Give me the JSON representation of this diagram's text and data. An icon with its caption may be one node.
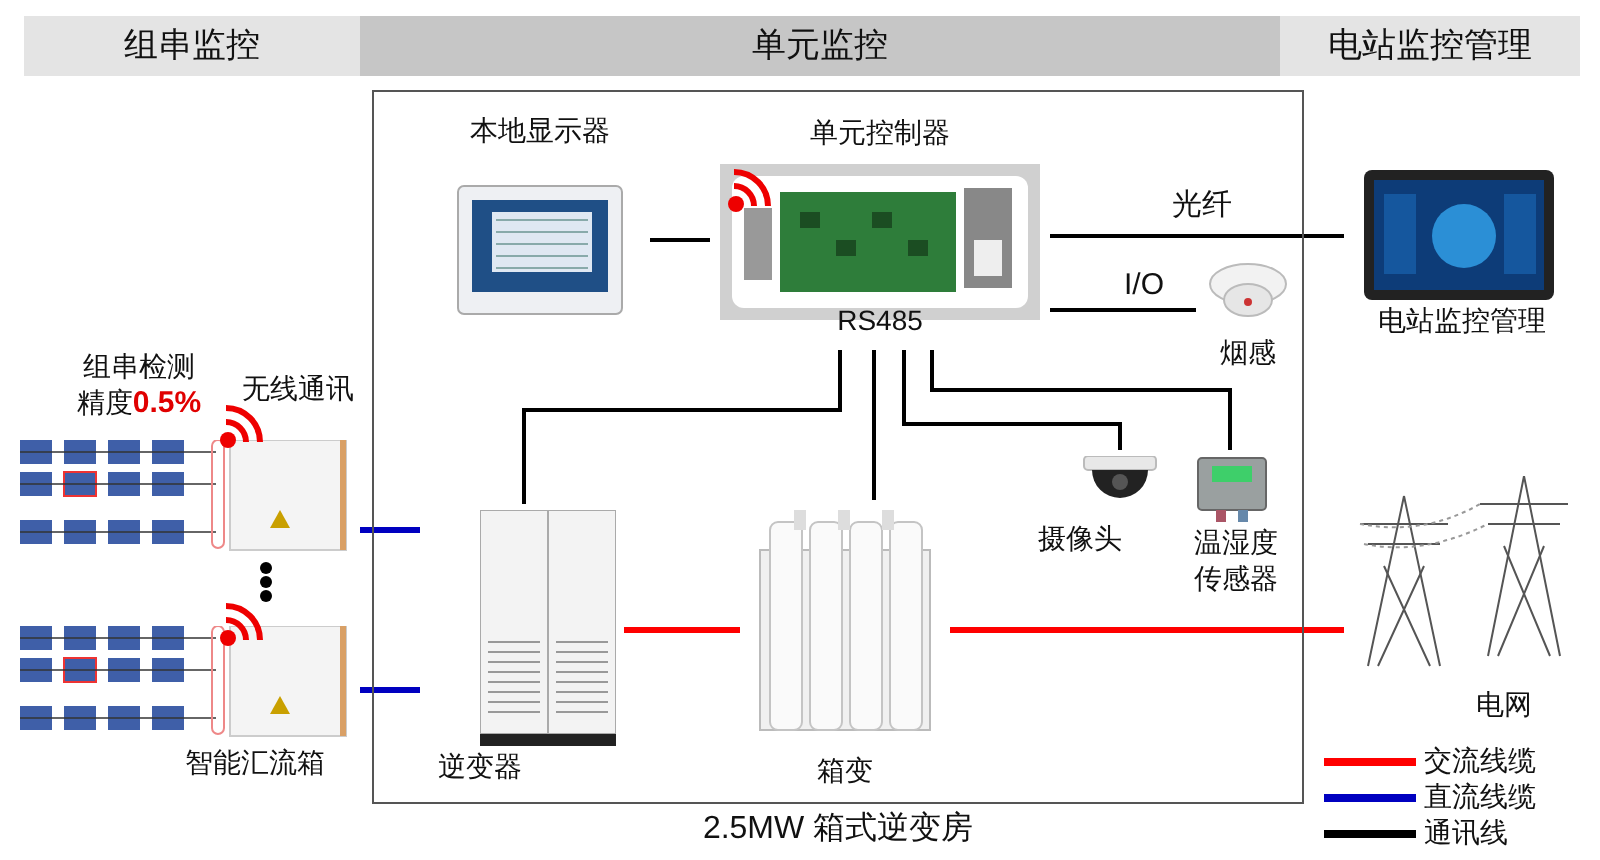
{
  "diagram": {
    "nodes": [
      {
        "text": [
          "组串监控"
        ]
      },
      {
        "text": [
          "单元监控"
        ]
      },
      {
        "text": [
          "电站监控管理"
        ]
      },
      {
        "text": [
          "2.5MW 箱式逆变房"
        ]
      },
      {
        "text": [
          "本地显示器"
        ],
        "in": 3
      },
      {
        "text": [
          "单元控制器"
        ],
        "beside": [
          "RS485"
        ],
        "in": 3
      },
      {
        "text": [
          "电站监控管理"
        ]
      },
      {
        "text": [
          "烟感"
        ],
        "in": 3
      },
      {
        "text": [
          "组串检测精度**0.5%**",
          "无线通讯"
        ]
      },
      {
        "text": [
          "智能汇流箱"
        ]
      },
      {
        "text": [
          "逆变器"
        ],
        "in": 3
      },
      {
        "text": [
          "箱变"
        ],
        "in": 3
      },
      {
        "text": [
          "摄像头"
        ],
        "in": 3
      },
      {
        "text": [
          "温湿度传感器"
        ],
        "in": 3
      },
      {
        "text": [
          "电网"
        ]
      }
    ],
    "edges": [
      {
        "from": 4,
        "to": 5,
        "arrow": "none"
      },
      {
        "from": 5,
        "to": 6,
        "arrow": "none",
        "label": "光纤"
      },
      {
        "from": 5,
        "to": 7,
        "arrow": "none",
        "label": "I/O"
      },
      {
        "from": 5,
        "to": 10,
        "arrow": "none"
      },
      {
        "from": 5,
        "to": 11,
        "arrow": "none"
      },
      {
        "from": 5,
        "to": 12,
        "arrow": "none"
      },
      {
        "from": 5,
        "to": 13,
        "arrow": "none"
      },
      {
        "from": 8,
        "to": 10,
        "arrow": "none",
        "color": "#0000c0"
      },
      {
        "from": 9,
        "to": 10,
        "arrow": "none",
        "color": "#0000c0"
      },
      {
        "from": 10,
        "to": 11,
        "arrow": "none",
        "color": "#ff0000"
      },
      {
        "from": 11,
        "to": 14,
        "arrow": "none",
        "color": "#ff0000"
      }
    ],
    "legend": [
      {
        "text": "交流线缆",
        "color": "#ff0000"
      },
      {
        "text": "直流线缆",
        "color": "#0000c0"
      },
      {
        "text": "通讯线",
        "color": "#000000"
      }
    ]
  }
}
